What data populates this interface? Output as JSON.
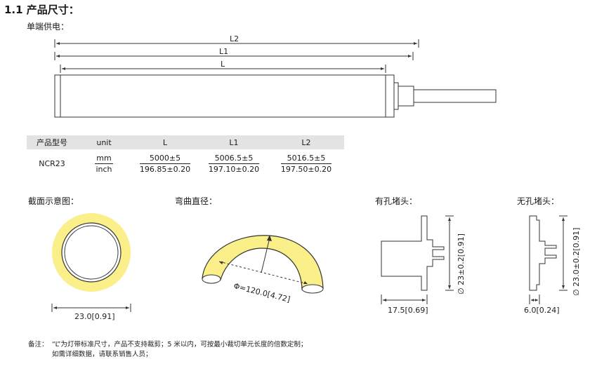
{
  "title": "1.1 产品尺寸：",
  "subtitle": "单端供电：",
  "dims": {
    "l2": "L2",
    "l1": "L1",
    "l": "L"
  },
  "table": {
    "headers": [
      "产品型号",
      "unit",
      "L",
      "L1",
      "L2"
    ],
    "model": "NCR23",
    "unit_top": "mm",
    "unit_bottom": "inch",
    "values": [
      {
        "mm": "5000±5",
        "inch": "196.85±0.20"
      },
      {
        "mm": "5006.5±5",
        "inch": "197.10±0.20"
      },
      {
        "mm": "5016.5±5",
        "inch": "197.50±0.20"
      }
    ]
  },
  "sections": {
    "cross_section": "截面示意图：",
    "bend_diameter": "弯曲直径：",
    "cap_hole": "有孔堵头：",
    "cap_nohole": "无孔堵头："
  },
  "dim_labels": {
    "cross_width": "23.0[0.91]",
    "bend": "Φ=120.0[4.72]",
    "cap_hole_height": "∅ 23±0.2[0.91]",
    "cap_hole_width": "17.5[0.69]",
    "cap_nohole_height": "∅ 23.0±0.2[0.91]",
    "cap_nohole_width": "6.0[0.24]"
  },
  "notes": {
    "label": "备注：",
    "line1": "“L”为灯带标准尺寸，产品不支持裁剪；5 米以内，可按最小裁切单元长度的倍数定制；",
    "line2": "如需详细数据，请联系销售人员；"
  },
  "colors": {
    "led_yellow": "#fbef8a",
    "line": "#333333",
    "header_bg": "#e3e3e3"
  }
}
